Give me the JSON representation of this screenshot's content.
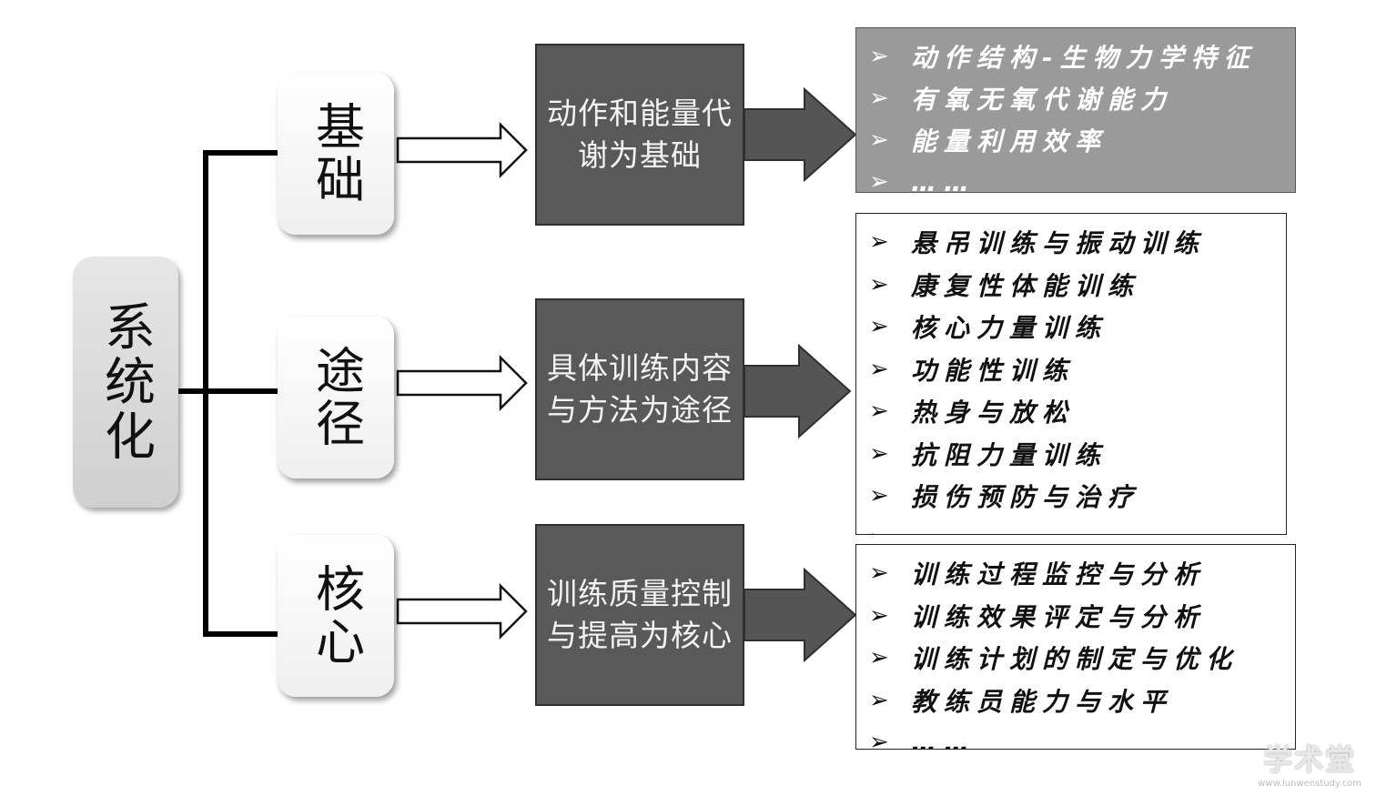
{
  "root": {
    "label": "系统化"
  },
  "branches": [
    {
      "level": "基础",
      "description": "动作和能量代谢为基础",
      "items": [
        "动作结构-生物力学特征",
        "有氧无氧代谢能力",
        "能量利用效率",
        "……"
      ]
    },
    {
      "level": "途径",
      "description": "具体训练内容与方法为途径",
      "items": [
        "悬吊训练与振动训练",
        "康复性体能训练",
        "核心力量训练",
        "功能性训练",
        "热身与放松",
        "抗阻力量训练",
        "损伤预防与治疗",
        "……"
      ]
    },
    {
      "level": "核心",
      "description": "训练质量控制与提高为核心",
      "items": [
        "训练过程监控与分析",
        "训练效果评定与分析",
        "训练计划的制定与优化",
        "教练员能力与水平",
        "……"
      ]
    }
  ],
  "bullet_glyph": "➢",
  "colors": {
    "mid_box_fill": "#595959",
    "dark_list_fill": "#9a9a9a",
    "root_fill": "#d9d9d9",
    "arrow_dark": "#555555"
  },
  "watermark": {
    "name": "学术堂",
    "url": "www.lunwenstudy.com"
  }
}
